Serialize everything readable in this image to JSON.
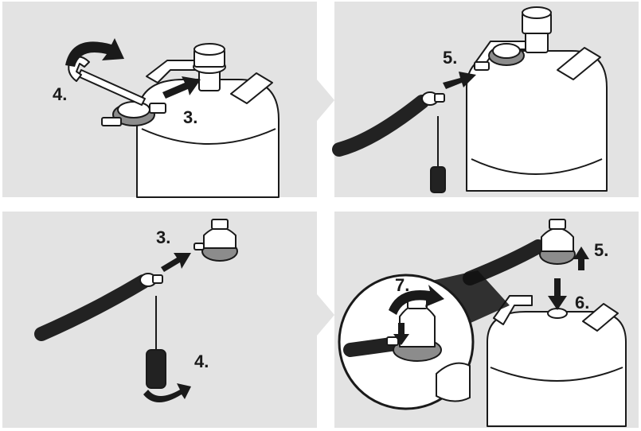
{
  "colors": {
    "panel_background": "#e3e3e3",
    "outline": "#1a1a1a",
    "hose": "#222222",
    "cylinder_fill": "#ffffff",
    "regulator_ring": "#8c8c8c",
    "arrow": "#1a1a1a"
  },
  "panels": [
    {
      "labels": {
        "tighten_step": "4.",
        "attach_step": "3."
      }
    },
    {
      "labels": {
        "push_hose_step": "5."
      }
    },
    {
      "labels": {
        "attach_step": "3.",
        "clamp_step": "4."
      }
    },
    {
      "labels": {
        "lift_step": "5.",
        "press_step": "6.",
        "lock_step": "7."
      }
    }
  ],
  "icons": [
    "open-end-wrench-icon",
    "screwdriver-icon",
    "gas-cylinder-icon",
    "pressure-regulator-icon",
    "hose-clamp-icon",
    "rotation-arrow-icon"
  ]
}
